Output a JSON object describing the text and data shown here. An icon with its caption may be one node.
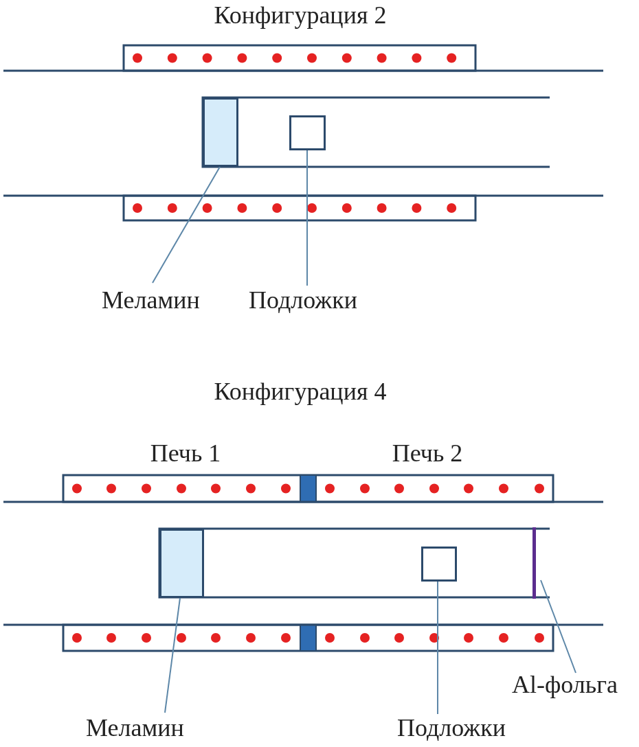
{
  "diagram": {
    "nodes": [
      {
        "text": [],
        "shape": "box"
      },
      {
        "text": [],
        "shape": "box"
      },
      {
        "text": [
          "Меламин"
        ]
      },
      {
        "text": [
          "Подложки"
        ]
      },
      {
        "text": [],
        "shape": "box"
      },
      {
        "text": [],
        "shape": "box"
      },
      {
        "text": [],
        "shape": "bar"
      },
      {
        "text": [
          "Меламин"
        ]
      },
      {
        "text": [
          "Подложки"
        ]
      },
      {
        "text": [
          "Al-фольга"
        ]
      }
    ],
    "edges": [
      {
        "from": 2,
        "to": 0,
        "arrow": "none"
      },
      {
        "from": 3,
        "to": 1,
        "arrow": "none"
      },
      {
        "from": 7,
        "to": 4,
        "arrow": "none"
      },
      {
        "from": 8,
        "to": 5,
        "arrow": "none"
      },
      {
        "from": 9,
        "to": 6,
        "arrow": "none"
      }
    ],
    "labels": [
      "Конфигурация 2",
      "Печь 1",
      "Печь 2",
      "Конфигурация 4"
    ]
  }
}
